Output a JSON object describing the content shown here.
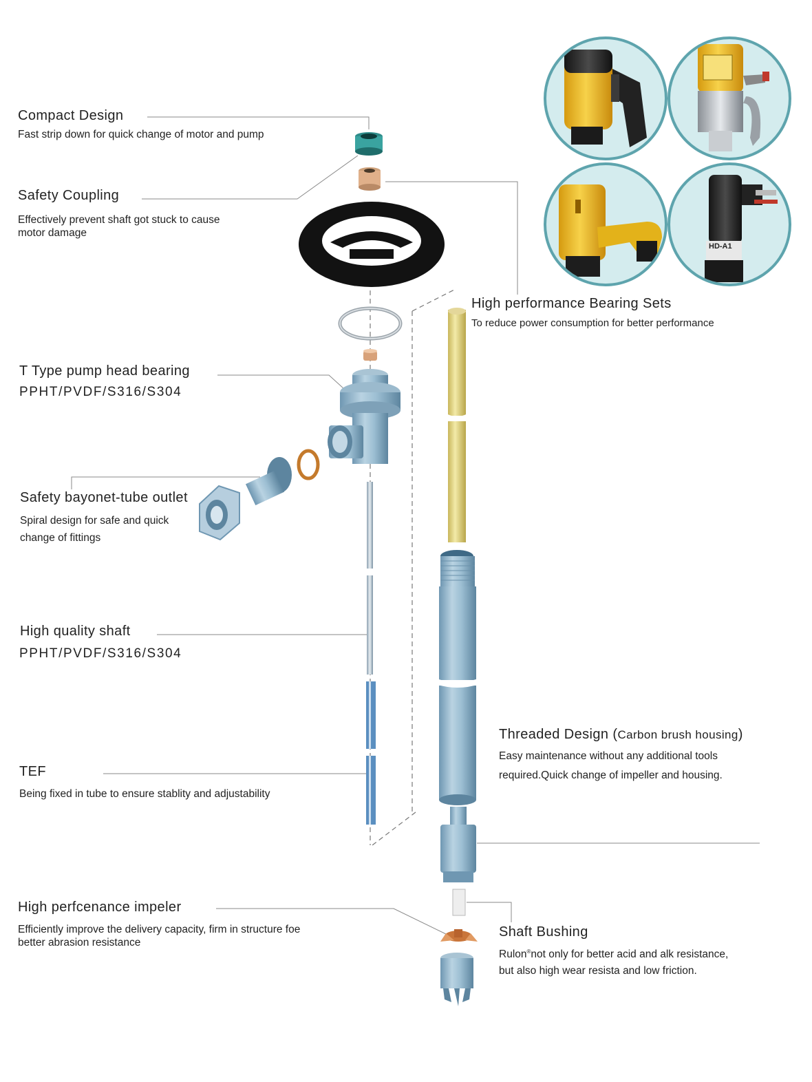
{
  "labels": {
    "compact_design": {
      "title": "Compact Design",
      "desc": "Fast strip down for quick change of motor and pump"
    },
    "safety_coupling": {
      "title": "Safety Coupling",
      "desc_line1": "Effectively prevent shaft got stuck to cause",
      "desc_line2": "motor damage"
    },
    "t_type_bearing": {
      "title": "T Type pump head bearing",
      "spec": "PPHT/PVDF/S316/S304"
    },
    "bayonet_outlet": {
      "title": "Safety bayonet-tube outlet",
      "desc_line1": "Spiral design for safe and quick",
      "desc_line2": "change of fittings"
    },
    "shaft": {
      "title": "High quality shaft",
      "spec": "PPHT/PVDF/S316/S304"
    },
    "tef": {
      "title": "TEF",
      "desc": "Being fixed in tube to ensure stablity and adjustability"
    },
    "impeller": {
      "title": "High perfcenance impeler",
      "desc_line1": "Efficiently improve the delivery capacity, firm in structure foe",
      "desc_line2": "better abrasion resistance"
    },
    "bearing_sets": {
      "title": "High performance Bearing Sets",
      "desc": "To reduce power consumption for better performance"
    },
    "threaded_design": {
      "title": "Threaded Design",
      "paren_open": "(",
      "paren_text": "Carbon brush housing",
      "paren_close": ")",
      "desc_line1": "Easy maintenance without any additional tools",
      "desc_line2": "required.Quick change of impeller and housing."
    },
    "shaft_bushing": {
      "title": "Shaft Bushing",
      "brand": "Rulon",
      "reg_mark": "®",
      "desc_line1_rest": "not only for better acid and alk resistance,",
      "desc_line2": "but also high wear resista and low friction."
    }
  },
  "motor_models": {
    "bottom_right_plate": "HD-A1"
  },
  "colors": {
    "circle_ring": "#5ea4ad",
    "circle_fill": "#d4ecee",
    "tube_blue": "#8fb4cc",
    "yellow_tube": "#e6da8a",
    "motor_yellow": "#f2c21b",
    "leader_line": "#8a8a8a"
  }
}
